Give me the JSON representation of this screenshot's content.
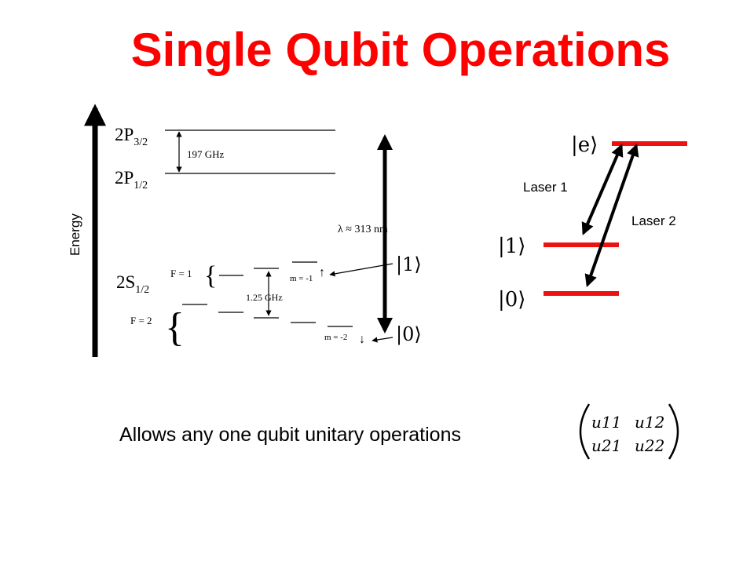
{
  "title": "Single Qubit Operations",
  "energy_diagram": {
    "axis_label": "Energy",
    "levels": {
      "p32_main": "2P",
      "p32_sub": "3/2",
      "p12_main": "2P",
      "p12_sub": "1/2",
      "s12_main": "2S",
      "s12_sub": "1/2"
    },
    "fine_splitting": "197 GHz",
    "hyperfine_splitting": "1.25 GHz",
    "wavelength": "λ ≈ 313 nm",
    "f1_label": "F = 1",
    "f2_label": "F = 2",
    "m_upper": "m = -1",
    "m_lower": "m = -2",
    "arrow_up": "↑",
    "arrow_down": "↓",
    "ket_one": "|1⟩",
    "ket_zero": "|0⟩"
  },
  "raman_diagram": {
    "ket_e": "|e⟩",
    "ket_one": "|1⟩",
    "ket_zero": "|0⟩",
    "laser1": "Laser 1",
    "laser2": "Laser 2",
    "line_color": "#ee1111"
  },
  "caption": "Allows any one qubit unitary operations",
  "matrix": {
    "u11": "u11",
    "u12": "u12",
    "u21": "u21",
    "u22": "u22"
  },
  "colors": {
    "title": "#ff0000",
    "text": "#000000"
  }
}
